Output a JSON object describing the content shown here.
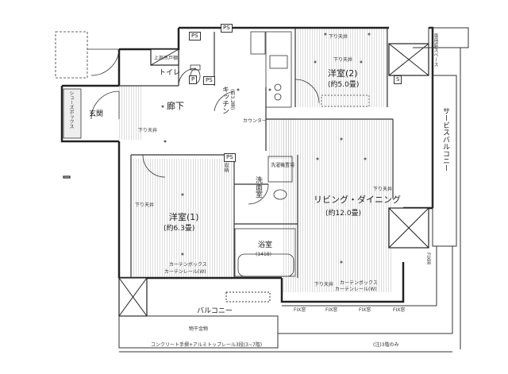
{
  "rooms": {
    "western_1": "洋室(1)",
    "western_1_size": "(約6.3畳)",
    "western_2": "洋室(2)",
    "western_2_size": "(約5.0畳)",
    "living": "リビング・ダイニング",
    "living_size": "(約12.0畳)",
    "kitchen": "キッチン",
    "kitchen_size": "(約3.2畳)",
    "corridor": "廊下",
    "entrance": "玄関",
    "toilet": "トイレ",
    "washroom": "洗面室",
    "bath": "浴室",
    "bath_size": "(1418)",
    "balcony": "バルコニー",
    "service_balcony": "サービスバルコニー",
    "storage": "収納"
  },
  "labels": {
    "ps": "PS",
    "p": "P",
    "s": "S",
    "lowered_ceiling": "下り天井",
    "upper_cabinet": "上部吊戸棚",
    "curtain_box": "カーテンボックス",
    "curtain_rail": "カーテンレール(W)",
    "fix_window": "FIX窓",
    "monohoshi": "物干金物",
    "railing": "コンクリート手摺+アルミトップレール3段(3~7階)",
    "floor_note": "(注)3階のみ",
    "counter": "カウンター",
    "laundry_pan": "洗濯機置場",
    "private_space": "専用庭スペース",
    "shoes": "シューズボックス"
  }
}
